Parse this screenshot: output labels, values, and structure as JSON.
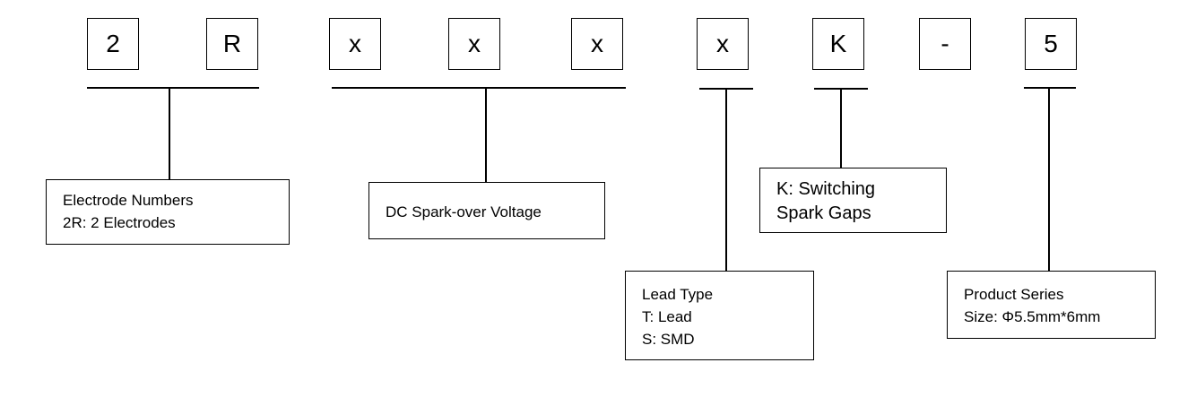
{
  "code_characters": [
    "2",
    "R",
    "x",
    "x",
    "x",
    "x",
    "K",
    "-",
    "5"
  ],
  "groups": {
    "electrode": {
      "lines": [
        "Electrode Numbers",
        "2R: 2 Electrodes"
      ]
    },
    "voltage": {
      "lines": [
        "DC Spark-over Voltage"
      ]
    },
    "lead": {
      "lines": [
        "Lead Type",
        "T: Lead",
        "S: SMD"
      ]
    },
    "switching": {
      "lines": [
        "K: Switching",
        "Spark Gaps"
      ]
    },
    "series": {
      "lines": [
        "Product Series",
        "Size: Φ5.5mm*6mm"
      ]
    }
  }
}
